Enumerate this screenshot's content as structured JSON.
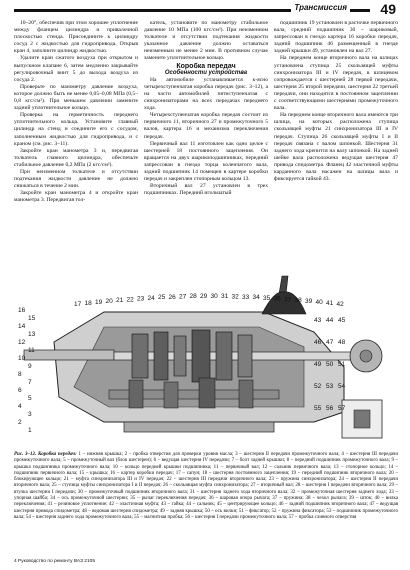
{
  "header": {
    "section": "Трансмиссия",
    "page_number": "49"
  },
  "columns": {
    "col1": [
      "10–20°, обеспечив при этом хорошее уплотнение между фланцем цилиндра и привалочной плоскостью стенда. Присоедините к цилиндру сосуд 2 с жидкостью для гидропривода. Открыв кран 4, заполните цилиндр жидкостью.",
      "Удалите кран сжатого воздуха при открытом и выпускном клапане 6, затем медленно закрывайте регулировочный винт 5 до выхода воздуха из сосуда 2.",
      "Проверьте по манометру давление воздуха, которое должно быть не менее 0,05–0,08 МПа (0,5–0,8 кгс/см²). При меньшем давлении замените задний уплотнительное кольцо.",
      "Проверка на герметичность переднего уплотнительного кольца. Установите главный цилиндр на стенд и соедините его с сосудом, заполненным жидкостью для гидропривода, и с краном (см. рис. 3–11).",
      "Закройте кран манометра 3 и, передвигая толкатель главного цилиндра, обеспечьте стабильное давление 0,2 МПа (2 кгс/см²).",
      "При неизменном толкателе и отсутствии подтекания жидкости давление не должно снижаться в течение 2 мин.",
      "Закройте кран манометра 4 и откройте кран манометра 3. Передвигая тол-"
    ],
    "col2_top": [
      "катель, установите по манометру стабильное давление 10 МПа (100 кгс/см²). При неизменном толкателе и отсутствии подтекания жидкости указанное давление должно оставаться неизменным не менее 2 мин. В противном случае замените уплотнительное кольцо."
    ],
    "col2_title": "Коробка передач",
    "col2_subtitle": "Особенности устройства",
    "col2": [
      "На автомобиле устанавливается к-ясно четырехступенчатая коробка передач (рис. 3–12), а на части автомобилей пятиступенчатая с синхронизаторами на всех передачах переднего хода.",
      "Четырехступенчатая коробка передач состоит из первичного 11, вторичного 27 и промежуточного 5 валов, картера 16 и механизма переключения передач.",
      "Первичный вал 11 изготовлен как одно целое с шестерней 18 постоянного зацепления. Он вращается на двух шарикоподшипниках, передний запрессован в гнездо торца коленчатого вала, задний подшипник 14 помещен в картере коробки передач и закреплен стопорным кольцом 13.",
      "Вторичный вал 27 установлен в трех подшипниках. Передний игольчатый"
    ],
    "col3": [
      "подшипник 19 установлен в расточке первичного вала, средний подшипник 30 – шариковый, запрессован в гнездо картера 16 коробки передач, задний подшипник 46 размещенный в гнезде задней крышки 49, установлен на вал 27.",
      "На переднем конце вторичного вала на шлицах установлена ступица 25 скользящей муфты синхронизатора III и IV передач, в шлицевом сопровождается с шестерней 28 первой передачи, шестерня 25 второй передачи, шестерня 22 третьей передачи, они находятся в постоянном зацеплении с соответствующими шестернями промежуточного вала.",
      "На переднем конце вторичного вала имеются три шлица, на которых расположена ступица скользящей муфты 21 синхронизатора III и IV передач. Ступица 26 скользящей муфты I и II передач связана с валом шпонкой. Шестерня 31 заднего хода крепится на валу шпонкой. На задней шейке вала расположена ведущая шестерня 47 привода спидометра. Фланец 42 эластичной муфты карданного вала насажен на шлицы вала и фиксируется гайкой 43."
    ]
  },
  "figure": {
    "callouts": [
      "17",
      "18",
      "19",
      "20",
      "21",
      "22",
      "23",
      "24",
      "25",
      "26",
      "27",
      "28",
      "29",
      "30",
      "31",
      "32",
      "33",
      "34",
      "35",
      "36",
      "37",
      "38",
      "39",
      "40",
      "41",
      "42",
      "43",
      "44",
      "45",
      "46",
      "47",
      "48",
      "49",
      "50",
      "51",
      "52",
      "53",
      "54",
      "55",
      "56",
      "57",
      "16",
      "15",
      "14",
      "13",
      "12",
      "11",
      "10",
      "9",
      "8",
      "7",
      "6",
      "5",
      "4",
      "3",
      "2",
      "1"
    ]
  },
  "caption": {
    "lead": "Рис. 3–12. Коробка передач:",
    "text": "1 – нижняя крышка; 2 – пробка отверстия для проверки уровня масла; 3 – шестерня II передачи промежуточного вала; 4 – шестерня III передачи промежуточного вала; 5 – промежуточный вал (блок шестерен); 6 – ведущая шестерня IV передачи; 7 – болт задней крышки; 8 – передний подшипник промежуточного вала; 9 – крышка подшипника промежуточного вала; 10 – кольцо передней крышки подшипника; 11 – первичный вал; 12 – сальник первичного вала; 13 – стопорное кольцо; 14 – подшипник первичного вала; 15 – крышка; 16 – картер коробки передач; 17 – сапун; 18 – шестерня постоянного зацепления; 19 – передний подшипник вторичного вала; 20 – блокирующее кольцо; 21 – муфта синхронизатора III и IV передач; 22 – шестерня III передачи вторичного вала; 23 – пружина синхронизатора; 24 – шестерня II передачи вторичного вала; 25 – ступица муфты синхронизатора I и II передач; 26 – скользящая муфта синхронизатора; 27 – вторичный вал; 28 – шестерня I передачи вторичного вала; 29 – втулка шестерни I передачи; 30 – промежуточный подшипник вторичного вала; 31 – шестерня заднего хода вторичного вала; 32 – промежуточная шестерня заднего хода; 33 – упорная шайба; 34 – ось промежуточной шестерни; 35 – рычаг переключения передач; 36 – шаровая опора рычага; 37 – пружина; 38 – чехол рычага; 39 – шток; 40 – вилка переключения; 41 – резиновое уплотнение; 42 – эластичная муфта; 43 – гайка; 44 – сальник; 45 – центрирующее кольцо; 46 – задний подшипник вторичного вала; 47 – ведущая шестерня привода спидометра; 48 – ведомая шестерня спидометра; 49 – задняя крышка; 50 – ось вилки; 51 – фиксатор; 52 – пружина фиксатора; 53 – подшипник промежуточного вала; 54 – шестерня заднего хода промежуточного вала; 55 – магнитная пробка; 56 – шестерня I передачи промежуточного вала; 57 – пробка сливного отверстия"
  },
  "footer": {
    "text": "4 Руководство по ремонту ВАЗ 2105"
  }
}
